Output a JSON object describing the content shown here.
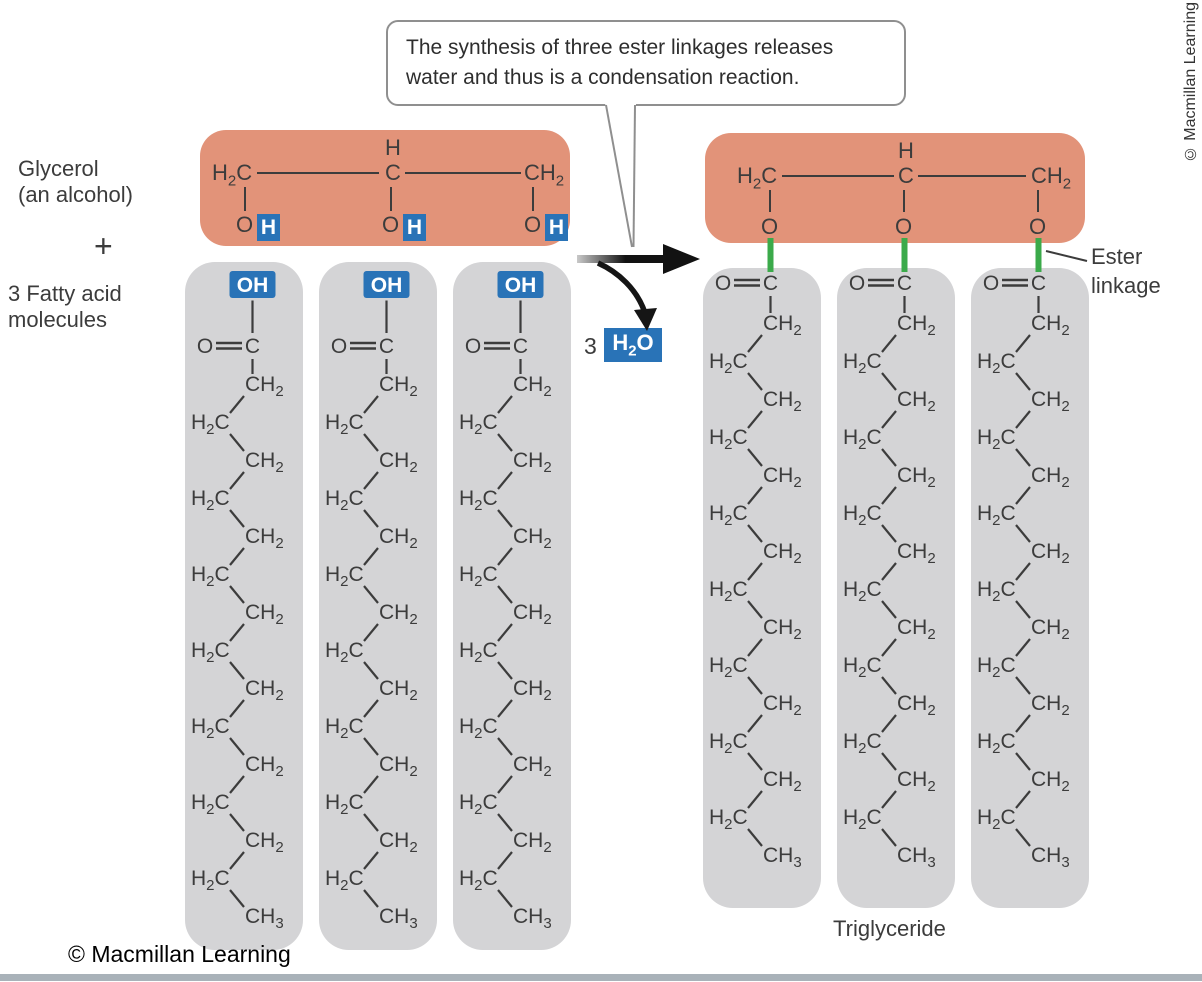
{
  "callout_text": "The synthesis of three ester linkages releases water and thus is a condensation reaction.",
  "reactant_label": {
    "name": "Glycerol",
    "qualifier": "(an alcohol)"
  },
  "plus_sign": "+",
  "fatty_label": {
    "line1": "3 Fatty acid",
    "line2": "molecules"
  },
  "glycerol": {
    "c1": "H2C",
    "c2": "C",
    "c2_h": "H",
    "c3": "CH2",
    "o": "O",
    "h": "H"
  },
  "fatty_acid_chain": {
    "head": "OH",
    "carboxyl_o": "O",
    "carboxyl_c": "C",
    "groups": [
      "CH2",
      "H2C",
      "CH2",
      "H2C",
      "CH2",
      "H2C",
      "CH2",
      "H2C",
      "CH2",
      "H2C",
      "CH2",
      "H2C",
      "CH2",
      "H2C",
      "CH3"
    ]
  },
  "water": {
    "coefficient": "3",
    "formula": "H2O"
  },
  "ester_label": {
    "line1": "Ester",
    "line2": "linkage"
  },
  "product_label": "Triglyceride",
  "copyright_bottom": "© Macmillan Learning",
  "copyright_side": "© Macmillan Learning",
  "colors": {
    "glycerol_bg": "#E29379",
    "chain_bg": "#D4D4D6",
    "highlight_blue": "#2973B7",
    "ester_green": "#3BAA4A",
    "bond": "#3C3C3C",
    "text": "#3C3C3C",
    "bottom_bar": "#A9B2B9"
  }
}
